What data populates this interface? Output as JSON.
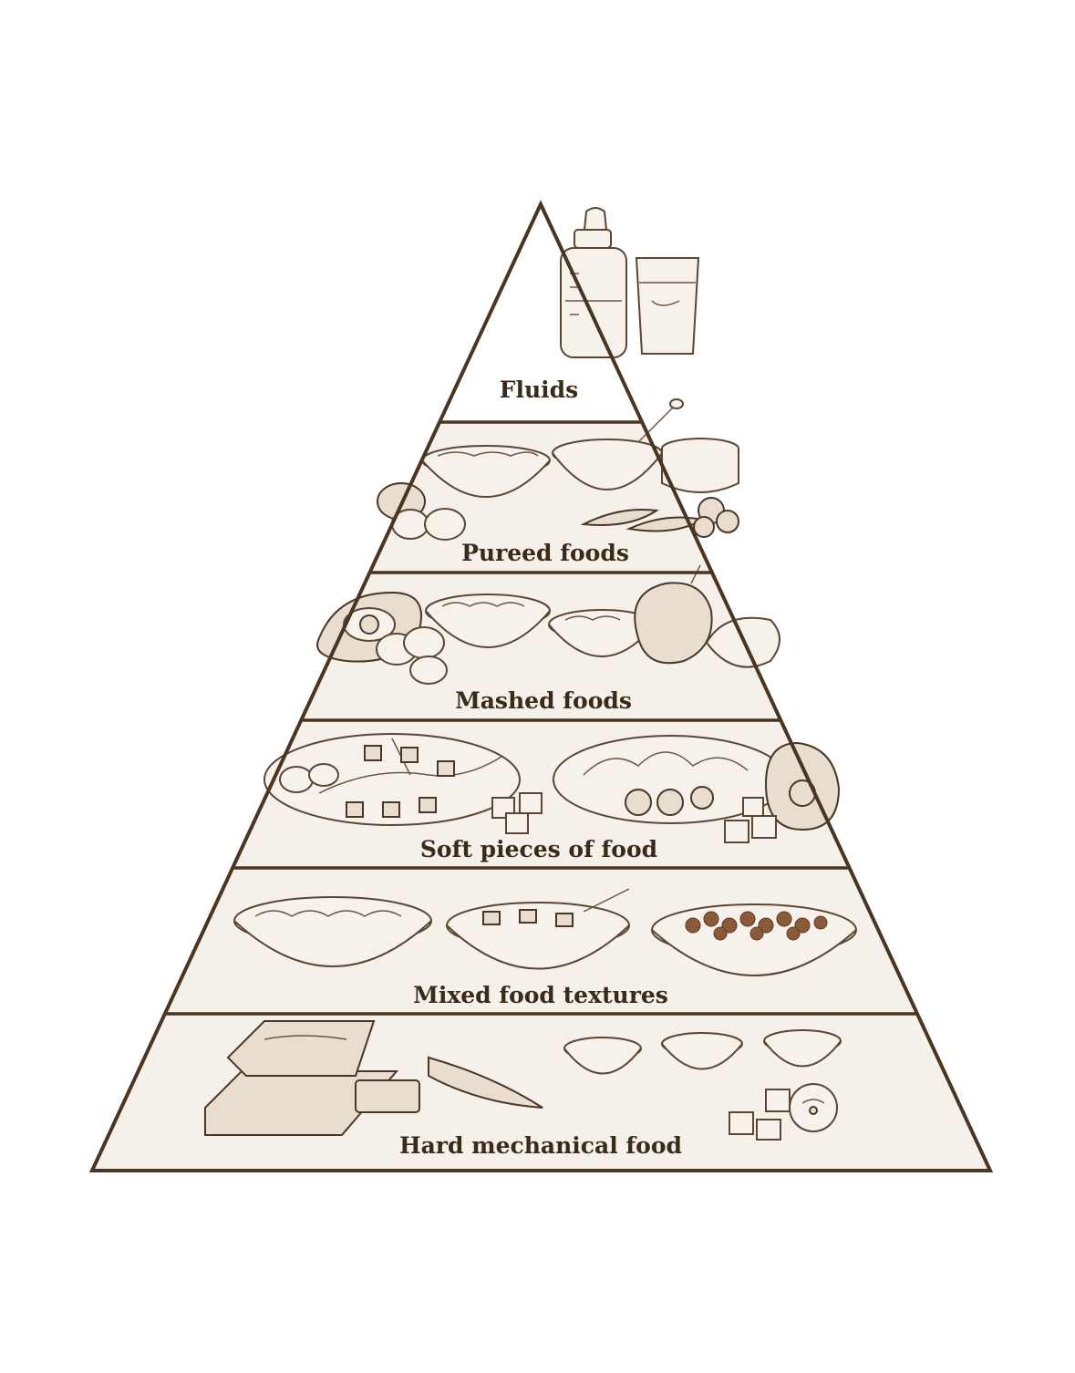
{
  "diagram": {
    "tiers": [
      {
        "label": "Fluids"
      },
      {
        "label": "Pureed foods"
      },
      {
        "label": "Mashed foods"
      },
      {
        "label": "Soft pieces of food"
      },
      {
        "label": "Mixed food textures"
      },
      {
        "label": "Hard mechanical food"
      }
    ]
  },
  "colors": {
    "outline": "#4a3422",
    "text": "#3a2a1a",
    "sketch": "#5b4634",
    "background": "#ffffff"
  }
}
